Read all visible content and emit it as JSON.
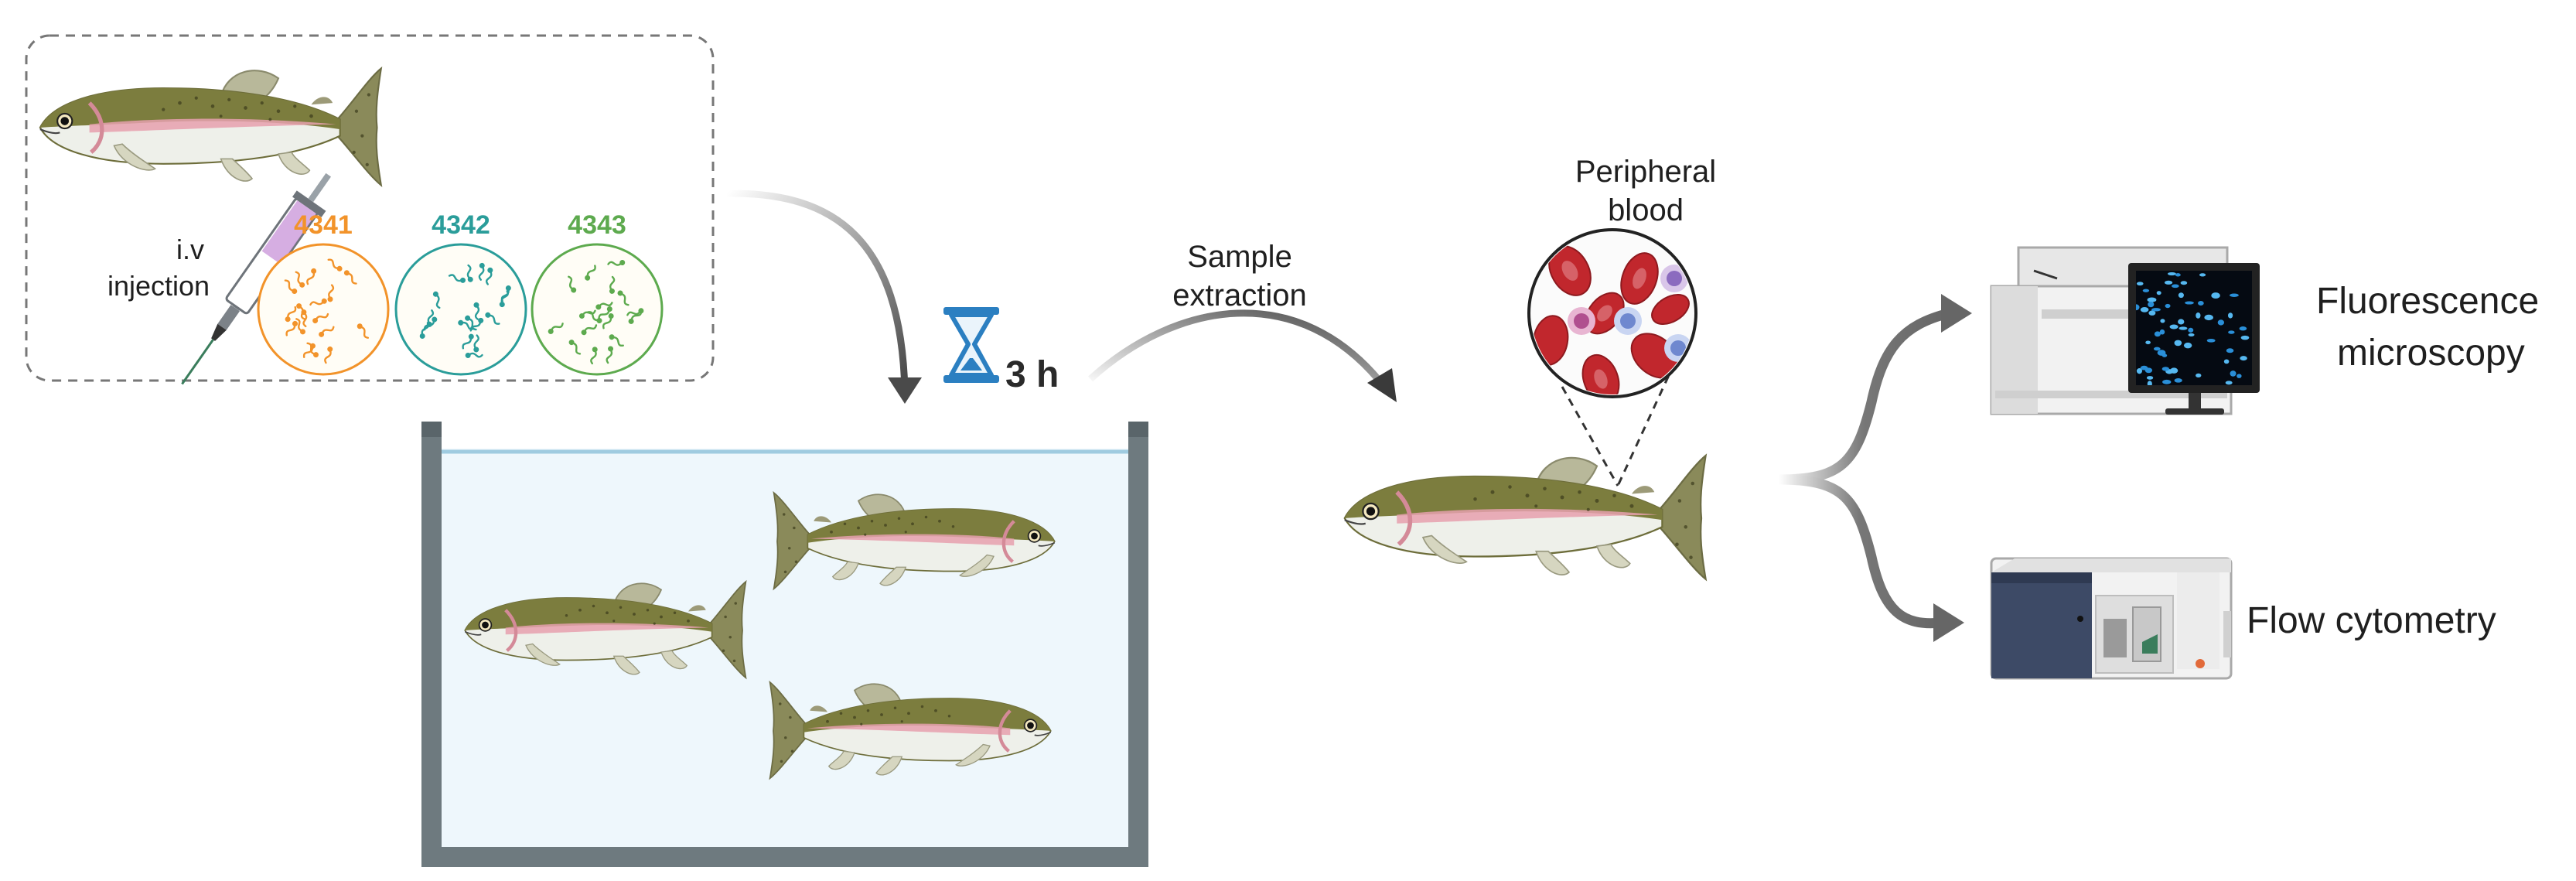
{
  "injection": {
    "label_line1": "i.v",
    "label_line2": "injection",
    "strains": [
      {
        "id": "4341",
        "color": "#F2932A"
      },
      {
        "id": "4342",
        "color": "#2A9D9A"
      },
      {
        "id": "4343",
        "color": "#5DAA4E"
      }
    ]
  },
  "incubation": {
    "duration": "3 h",
    "icon": "hourglass-icon"
  },
  "sampling": {
    "label_line1": "Sample",
    "label_line2": "extraction"
  },
  "blood": {
    "label_line1": "Peripheral",
    "label_line2": "blood"
  },
  "analysis": {
    "microscopy_line1": "Fluorescence",
    "microscopy_line2": "microscopy",
    "cytometry": "Flow cytometry"
  },
  "colors": {
    "arrow": "#4a4a4a",
    "tank_wall": "#6e7a7f",
    "water": "#eef7fc",
    "water_line": "#9fcbe0",
    "hourglass": "#2b7fc1",
    "rbc": "#c1272d",
    "fish_back": "#7c7d3e",
    "fish_belly": "#eef0ea"
  }
}
